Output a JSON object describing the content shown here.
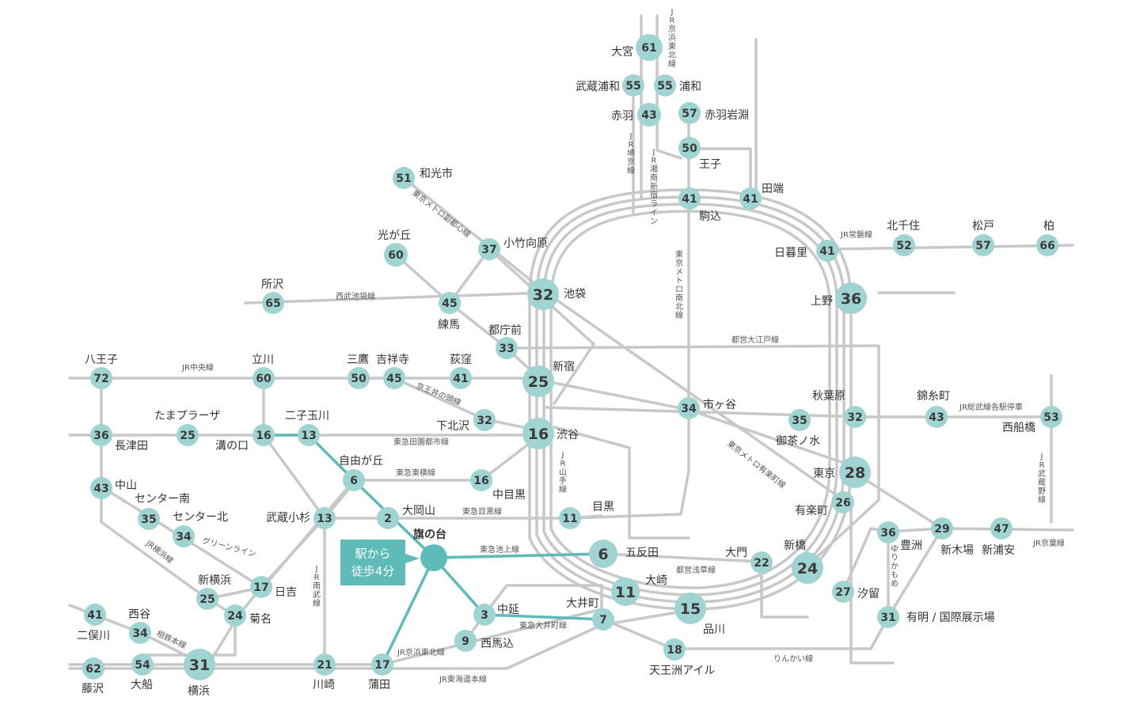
{
  "hub": {
    "name": "旗の台",
    "callout_line1": "駅から",
    "callout_line2": "徒歩4分",
    "color": "#5ebbb8"
  },
  "colors": {
    "route": "#c8c8c8",
    "route_accent": "#5ebbb8",
    "station_fill": "#9fd4d2",
    "text": "#333333"
  },
  "stations": [
    {
      "id": "omiya",
      "name": "大宮",
      "minutes": "61"
    },
    {
      "id": "musashiurawa",
      "name": "武蔵浦和",
      "minutes": "55"
    },
    {
      "id": "urawa",
      "name": "浦和",
      "minutes": "55"
    },
    {
      "id": "akabane",
      "name": "赤羽",
      "minutes": "43"
    },
    {
      "id": "akabaneiwabuchi",
      "name": "赤羽岩淵",
      "minutes": "57"
    },
    {
      "id": "oji",
      "name": "王子",
      "minutes": "50"
    },
    {
      "id": "komagome",
      "name": "駒込",
      "minutes": "41"
    },
    {
      "id": "tabata",
      "name": "田端",
      "minutes": "41"
    },
    {
      "id": "wakoshi",
      "name": "和光市",
      "minutes": "51"
    },
    {
      "id": "kotakemukaihara",
      "name": "小竹向原",
      "minutes": "37"
    },
    {
      "id": "hikarigaoka",
      "name": "光が丘",
      "minutes": "60"
    },
    {
      "id": "ikebukuro",
      "name": "池袋",
      "minutes": "32"
    },
    {
      "id": "nippori",
      "name": "日暮里",
      "minutes": "41"
    },
    {
      "id": "kitasenju",
      "name": "北千住",
      "minutes": "52"
    },
    {
      "id": "matsudo",
      "name": "松戸",
      "minutes": "57"
    },
    {
      "id": "kashiwa",
      "name": "柏",
      "minutes": "66"
    },
    {
      "id": "tokorozawa",
      "name": "所沢",
      "minutes": "65"
    },
    {
      "id": "nerima",
      "name": "練馬",
      "minutes": "45"
    },
    {
      "id": "ueno",
      "name": "上野",
      "minutes": "36"
    },
    {
      "id": "tochomae",
      "name": "都庁前",
      "minutes": "33"
    },
    {
      "id": "hachioji",
      "name": "八王子",
      "minutes": "72"
    },
    {
      "id": "tachikawa",
      "name": "立川",
      "minutes": "60"
    },
    {
      "id": "mitaka",
      "name": "三鷹",
      "minutes": "50"
    },
    {
      "id": "kichijoji",
      "name": "吉祥寺",
      "minutes": "45"
    },
    {
      "id": "ogikubo",
      "name": "荻窪",
      "minutes": "41"
    },
    {
      "id": "shinjuku",
      "name": "新宿",
      "minutes": "25"
    },
    {
      "id": "ichigaya",
      "name": "市ヶ谷",
      "minutes": "34"
    },
    {
      "id": "akihabara",
      "name": "秋葉原",
      "minutes": "32"
    },
    {
      "id": "ochanomizu",
      "name": "御茶ノ水",
      "minutes": "35"
    },
    {
      "id": "kinshicho",
      "name": "錦糸町",
      "minutes": "43"
    },
    {
      "id": "nishifunabashi",
      "name": "西船橋",
      "minutes": "53"
    },
    {
      "id": "nagatsuta",
      "name": "長津田",
      "minutes": "36"
    },
    {
      "id": "tamaplaza",
      "name": "たまプラーザ",
      "minutes": "25"
    },
    {
      "id": "mizonokuchi",
      "name": "溝の口",
      "minutes": "16"
    },
    {
      "id": "futakotamagawa",
      "name": "二子玉川",
      "minutes": "13"
    },
    {
      "id": "shimokitazawa",
      "name": "下北沢",
      "minutes": "32"
    },
    {
      "id": "shibuya",
      "name": "渋谷",
      "minutes": "16"
    },
    {
      "id": "tokyo",
      "name": "東京",
      "minutes": "28"
    },
    {
      "id": "yurakucho",
      "name": "有楽町",
      "minutes": "26"
    },
    {
      "id": "nakayama",
      "name": "中山",
      "minutes": "43"
    },
    {
      "id": "centerminami",
      "name": "センター南",
      "minutes": "35"
    },
    {
      "id": "centerkita",
      "name": "センター北",
      "minutes": "34"
    },
    {
      "id": "jiyugaoka",
      "name": "自由が丘",
      "minutes": "6"
    },
    {
      "id": "nakameguro",
      "name": "中目黒",
      "minutes": "16"
    },
    {
      "id": "ookayama",
      "name": "大岡山",
      "minutes": "2"
    },
    {
      "id": "musashikosugi",
      "name": "武蔵小杉",
      "minutes": "13"
    },
    {
      "id": "meguro",
      "name": "目黒",
      "minutes": "11"
    },
    {
      "id": "gotanda",
      "name": "五反田",
      "minutes": "6"
    },
    {
      "id": "daimon",
      "name": "大門",
      "minutes": "22"
    },
    {
      "id": "shimbashi",
      "name": "新橋",
      "minutes": "24"
    },
    {
      "id": "toyosu",
      "name": "豊洲",
      "minutes": "36"
    },
    {
      "id": "shinkiba",
      "name": "新木場",
      "minutes": "29"
    },
    {
      "id": "shinurayasu",
      "name": "新浦安",
      "minutes": "47"
    },
    {
      "id": "osaki",
      "name": "大崎",
      "minutes": "11"
    },
    {
      "id": "shinyokohama",
      "name": "新横浜",
      "minutes": "25"
    },
    {
      "id": "hiyoshi",
      "name": "日吉",
      "minutes": "17"
    },
    {
      "id": "kikuna",
      "name": "菊名",
      "minutes": "24"
    },
    {
      "id": "nakanobu",
      "name": "中延",
      "minutes": "3"
    },
    {
      "id": "oimachi",
      "name": "大井町",
      "minutes": "7"
    },
    {
      "id": "shinagawa",
      "name": "品川",
      "minutes": "15"
    },
    {
      "id": "shiodome",
      "name": "汐留",
      "minutes": "27"
    },
    {
      "id": "ariake",
      "name": "有明 / 国際展示場",
      "minutes": "31"
    },
    {
      "id": "futamatagawa",
      "name": "二俣川",
      "minutes": "41"
    },
    {
      "id": "nishiya",
      "name": "西谷",
      "minutes": "34"
    },
    {
      "id": "nishimagome",
      "name": "西馬込",
      "minutes": "9"
    },
    {
      "id": "tennozu",
      "name": "天王洲アイル",
      "minutes": "18"
    },
    {
      "id": "fujisawa",
      "name": "藤沢",
      "minutes": "62"
    },
    {
      "id": "ofuna",
      "name": "大船",
      "minutes": "54"
    },
    {
      "id": "yokohama",
      "name": "横浜",
      "minutes": "31"
    },
    {
      "id": "kawasaki",
      "name": "川崎",
      "minutes": "21"
    },
    {
      "id": "kamata",
      "name": "蒲田",
      "minutes": "17"
    }
  ],
  "lines": [
    {
      "id": "keihintohoku_north",
      "name": "JR京浜東北線"
    },
    {
      "id": "saikyo",
      "name": "JR埼京線"
    },
    {
      "id": "shonanshinjuku",
      "name": "JR湘南新宿ライン"
    },
    {
      "id": "fukutoshin",
      "name": "東京メトロ副都心線"
    },
    {
      "id": "namboku",
      "name": "東京メトロ南北線"
    },
    {
      "id": "joban",
      "name": "JR常磐線"
    },
    {
      "id": "seibuikebukuro",
      "name": "西武池袋線"
    },
    {
      "id": "oedo",
      "name": "都営大江戸線"
    },
    {
      "id": "chuo",
      "name": "JR中央線"
    },
    {
      "id": "inokashira",
      "name": "京王井の頭線"
    },
    {
      "id": "sobu",
      "name": "JR総武線各駅停車"
    },
    {
      "id": "denentoshi",
      "name": "東急田園都市線"
    },
    {
      "id": "yurakucho",
      "name": "東京メトロ有楽町線"
    },
    {
      "id": "toyoko",
      "name": "東急東横線"
    },
    {
      "id": "yamanote",
      "name": "JR山手線"
    },
    {
      "id": "musashino",
      "name": "JR武蔵野線"
    },
    {
      "id": "meguro",
      "name": "東急目黒線"
    },
    {
      "id": "greenline",
      "name": "グリーンライン"
    },
    {
      "id": "yokohamaline",
      "name": "JR横浜線"
    },
    {
      "id": "ikegami",
      "name": "東急池上線"
    },
    {
      "id": "nambu",
      "name": "JR南武線"
    },
    {
      "id": "keiyo",
      "name": "JR京葉線"
    },
    {
      "id": "asakusa",
      "name": "都営浅草線"
    },
    {
      "id": "yurikamome",
      "name": "ゆりかもめ"
    },
    {
      "id": "oimachiline",
      "name": "東急大井町線"
    },
    {
      "id": "sotetsu",
      "name": "相鉄本線"
    },
    {
      "id": "keihintohoku_south",
      "name": "JR京浜東北線"
    },
    {
      "id": "rinkai",
      "name": "りんかい線"
    },
    {
      "id": "tokaido",
      "name": "JR東海道本線"
    }
  ]
}
